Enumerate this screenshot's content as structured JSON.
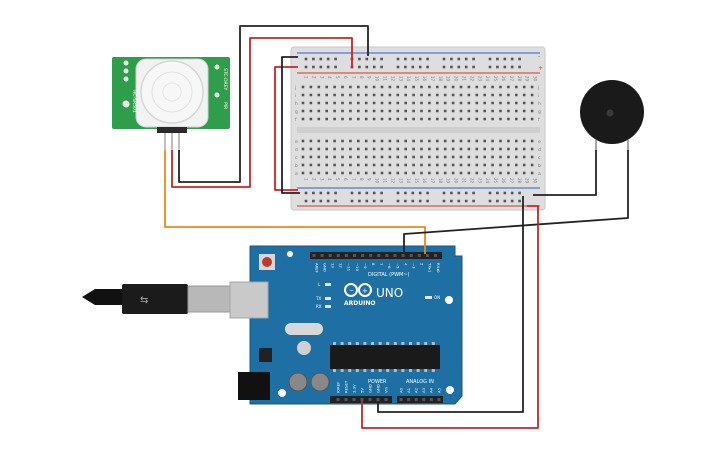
{
  "canvas": {
    "background": "#ffffff"
  },
  "pir_sensor": {
    "color": "#2f9e4a",
    "pin_labels_left": "HC-SR501",
    "pin_labels_right": "PIR",
    "right_text": "STC-DREY"
  },
  "breadboard": {
    "body_color": "#dedede",
    "column_numbers": [
      "1",
      "2",
      "3",
      "4",
      "5",
      "6",
      "7",
      "8",
      "9",
      "10",
      "11",
      "12",
      "13",
      "14",
      "15",
      "16",
      "17",
      "18",
      "19",
      "20",
      "21",
      "22",
      "23",
      "24",
      "25",
      "26",
      "27",
      "28",
      "29",
      "30"
    ],
    "row_letters_top": [
      "j",
      "i",
      "h",
      "g",
      "f"
    ],
    "row_letters_bottom": [
      "e",
      "d",
      "c",
      "b",
      "a"
    ],
    "rail_red": "#d9342b",
    "rail_blue": "#2b5fd9"
  },
  "arduino": {
    "board_color": "#1e6fa3",
    "logo_text": "ARDUINO",
    "model": "UNO",
    "digital_label": "DIGITAL (PWM~)",
    "analog_label": "ANALOG IN",
    "power_label": "POWER",
    "tx_label": "TX",
    "rx_label": "RX",
    "l_label": "L",
    "on_label": "ON",
    "digital_pins": [
      "AREF",
      "GND",
      "13",
      "12",
      "~11",
      "~10",
      "~9",
      "8",
      "7",
      "~6",
      "~5",
      "4",
      "~3",
      "2",
      "TX▸1",
      "RX◂0"
    ],
    "power_pins": [
      "IOREF",
      "RESET",
      "3.3V",
      "5V",
      "GND",
      "GND",
      "Vin"
    ],
    "analog_pins": [
      "A0",
      "A1",
      "A2",
      "A3",
      "A4",
      "A5"
    ]
  },
  "buzzer": {
    "color": "#1a1a1a"
  },
  "wires": {
    "red": "#d42020",
    "black": "#222222",
    "orange": "#e8891c"
  }
}
